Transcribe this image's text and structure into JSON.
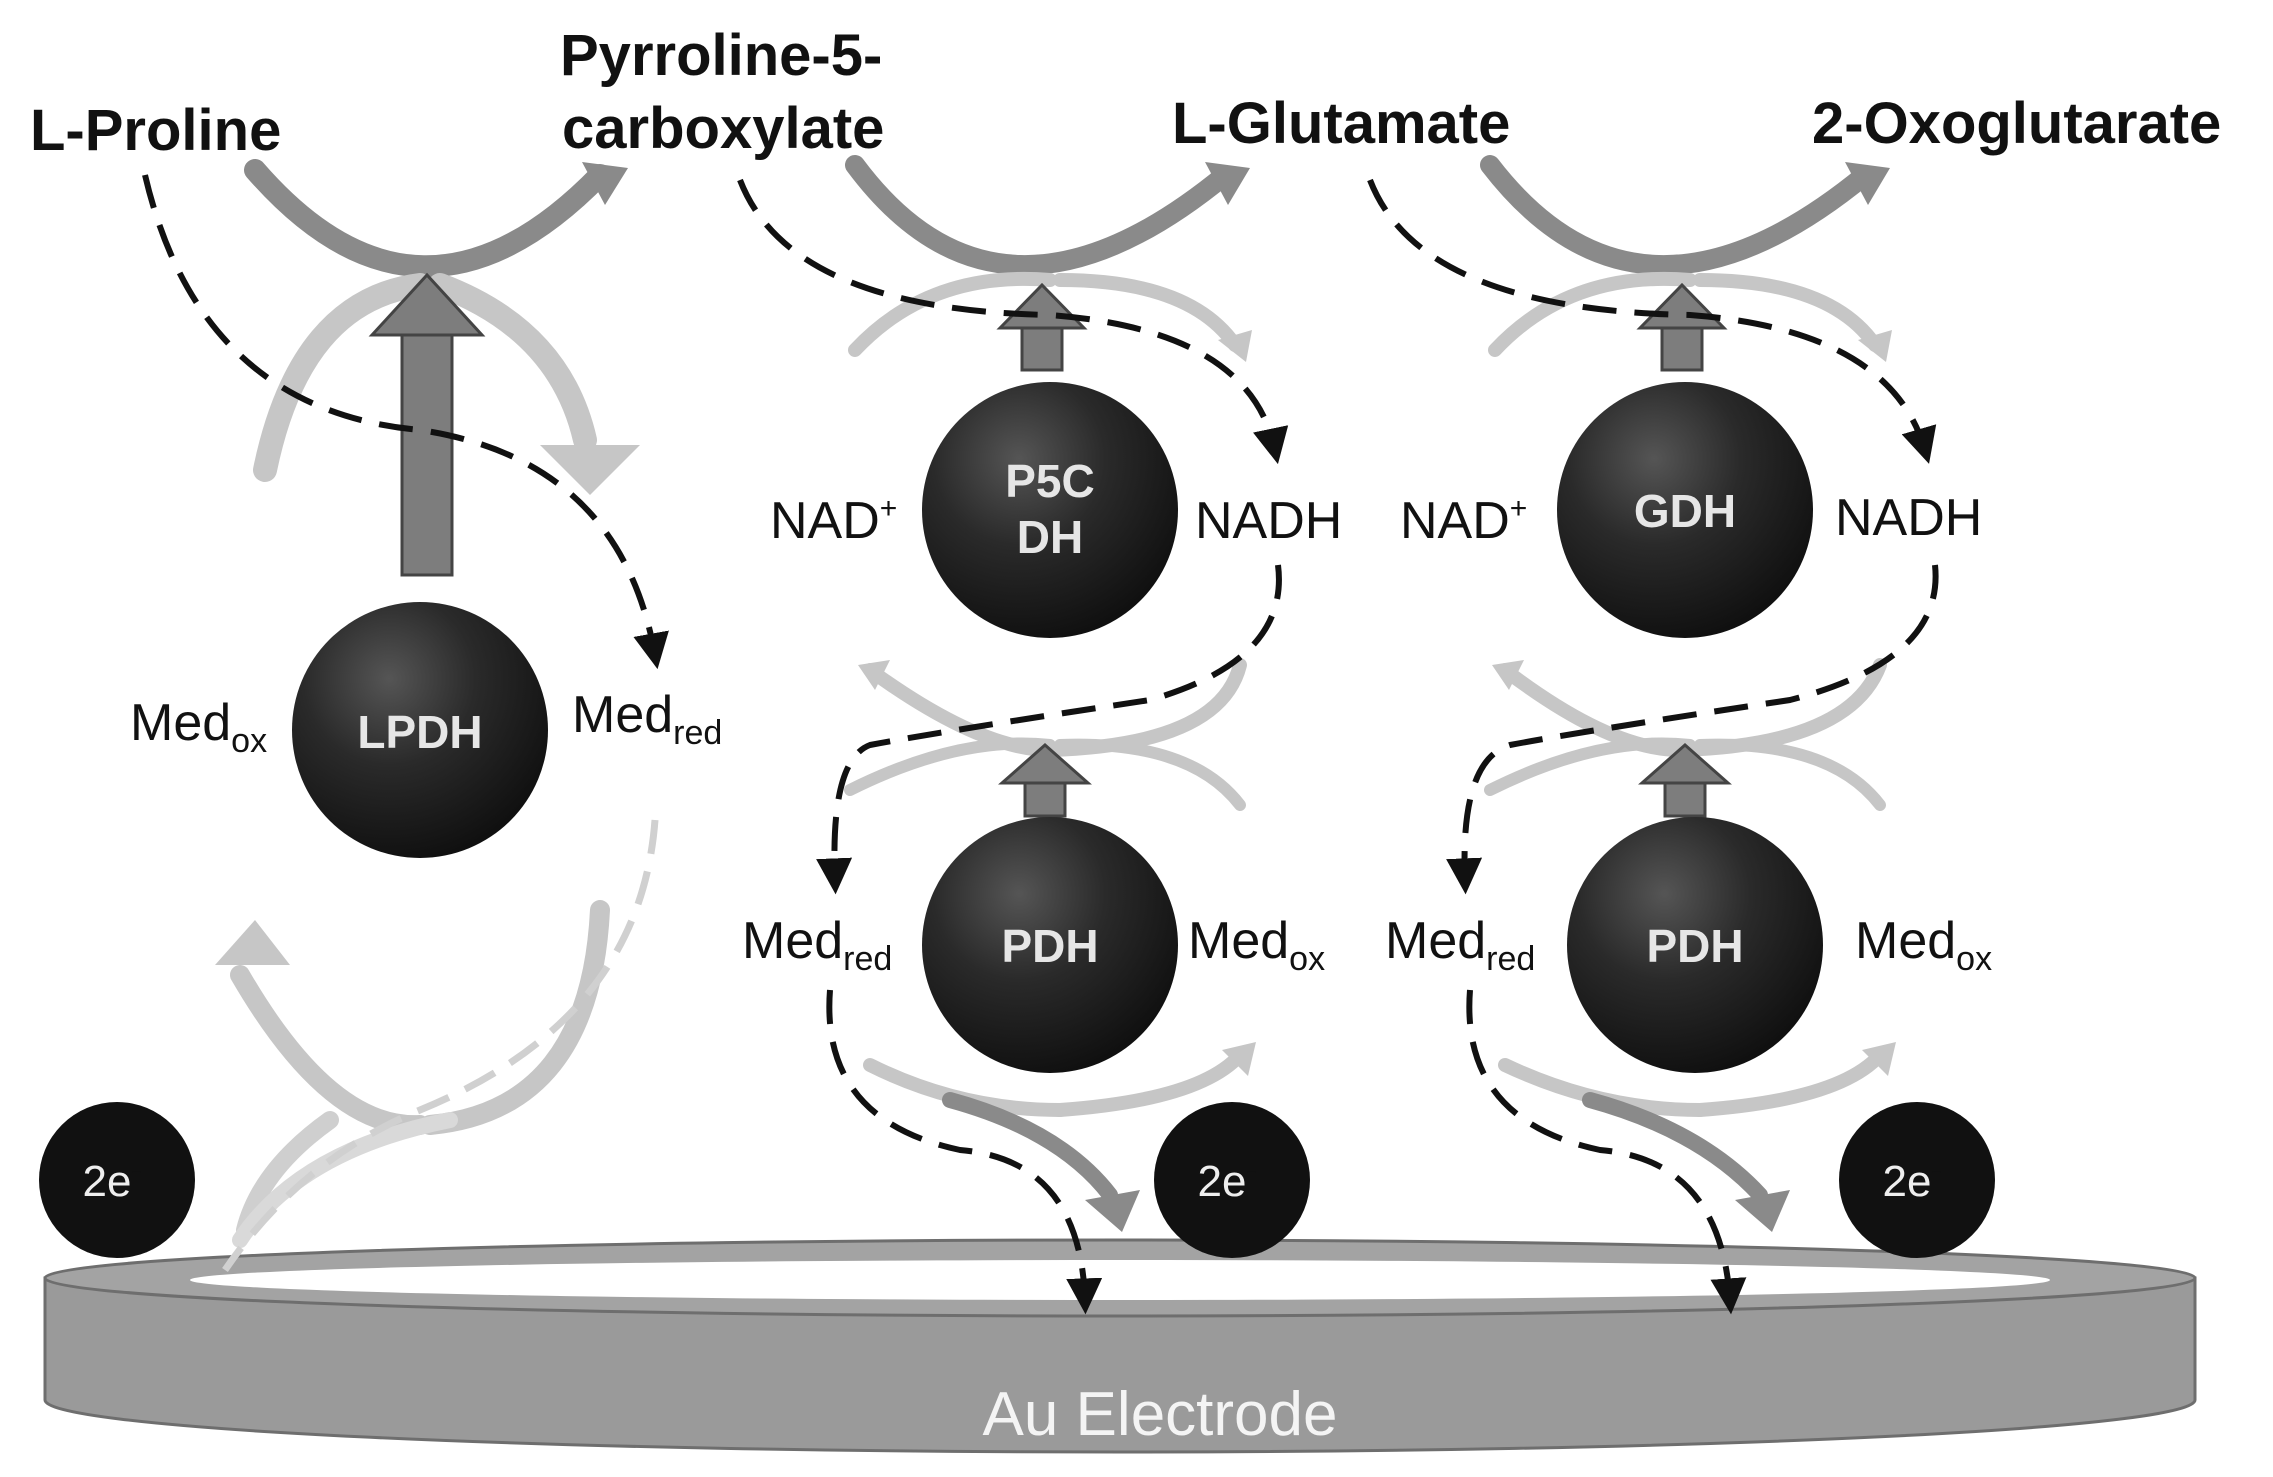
{
  "substrates": {
    "proline": "L-Proline",
    "p5c_line1": "Pyrroline-5-",
    "p5c_line2": "carboxylate",
    "glutamate": "L-Glutamate",
    "oxoglutarate": "2-Oxoglutarate"
  },
  "enzymes": {
    "lpdh": "LPDH",
    "p5cdh_line1": "P5C",
    "p5cdh_line2": "DH",
    "gdh": "GDH",
    "pdh": "PDH"
  },
  "cofactors": {
    "nad_base": "NAD",
    "nad_sup": "+",
    "nadh": "NADH",
    "med": "Med",
    "ox": "ox",
    "red": "red"
  },
  "electrons": {
    "base": "2e",
    "sup": "-"
  },
  "electrode": {
    "label": "Au Electrode"
  },
  "colors": {
    "enzyme_dark": "#1b1b1b",
    "electrode_gray": "#9a9a9a",
    "arrow_gray": "#7d7d7d",
    "light_arrow": "#c8c8c8"
  }
}
